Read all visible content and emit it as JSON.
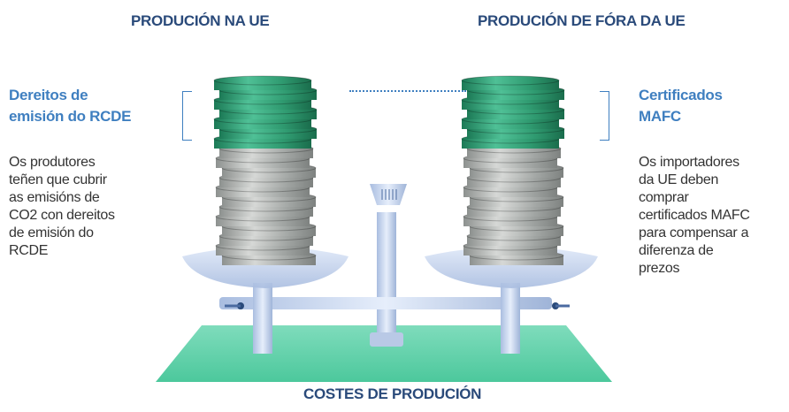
{
  "headings": {
    "eu_production": "PRODUCIÓN NA UE",
    "non_eu_production": "PRODUCIÓN DE FÓRA DA UE",
    "production_costs": "COSTES DE PRODUCIÓN"
  },
  "left": {
    "title_lines": [
      "Dereitos de",
      "emisión do RCDE"
    ],
    "body_lines": [
      "Os produtores",
      "teñen que cubrir",
      "as emisións de",
      "CO2 con dereitos",
      "de emisión do",
      "RCDE"
    ]
  },
  "right": {
    "title_lines": [
      "Certificados",
      "MAFC"
    ],
    "body_lines": [
      "Os importadores",
      "da UE deben",
      "comprar",
      "certificados MAFC",
      "para compensar a",
      "diferenza de",
      "prezos"
    ]
  },
  "colors": {
    "heading": "#2a4a7a",
    "accent_blue": "#3f7fc0",
    "green_coin": "#2f9a70",
    "silver_coin": "#a8aca8",
    "floor": "#5fd0a8"
  },
  "icons": [
    "balance-scale-icon",
    "coin-stack-icon"
  ]
}
